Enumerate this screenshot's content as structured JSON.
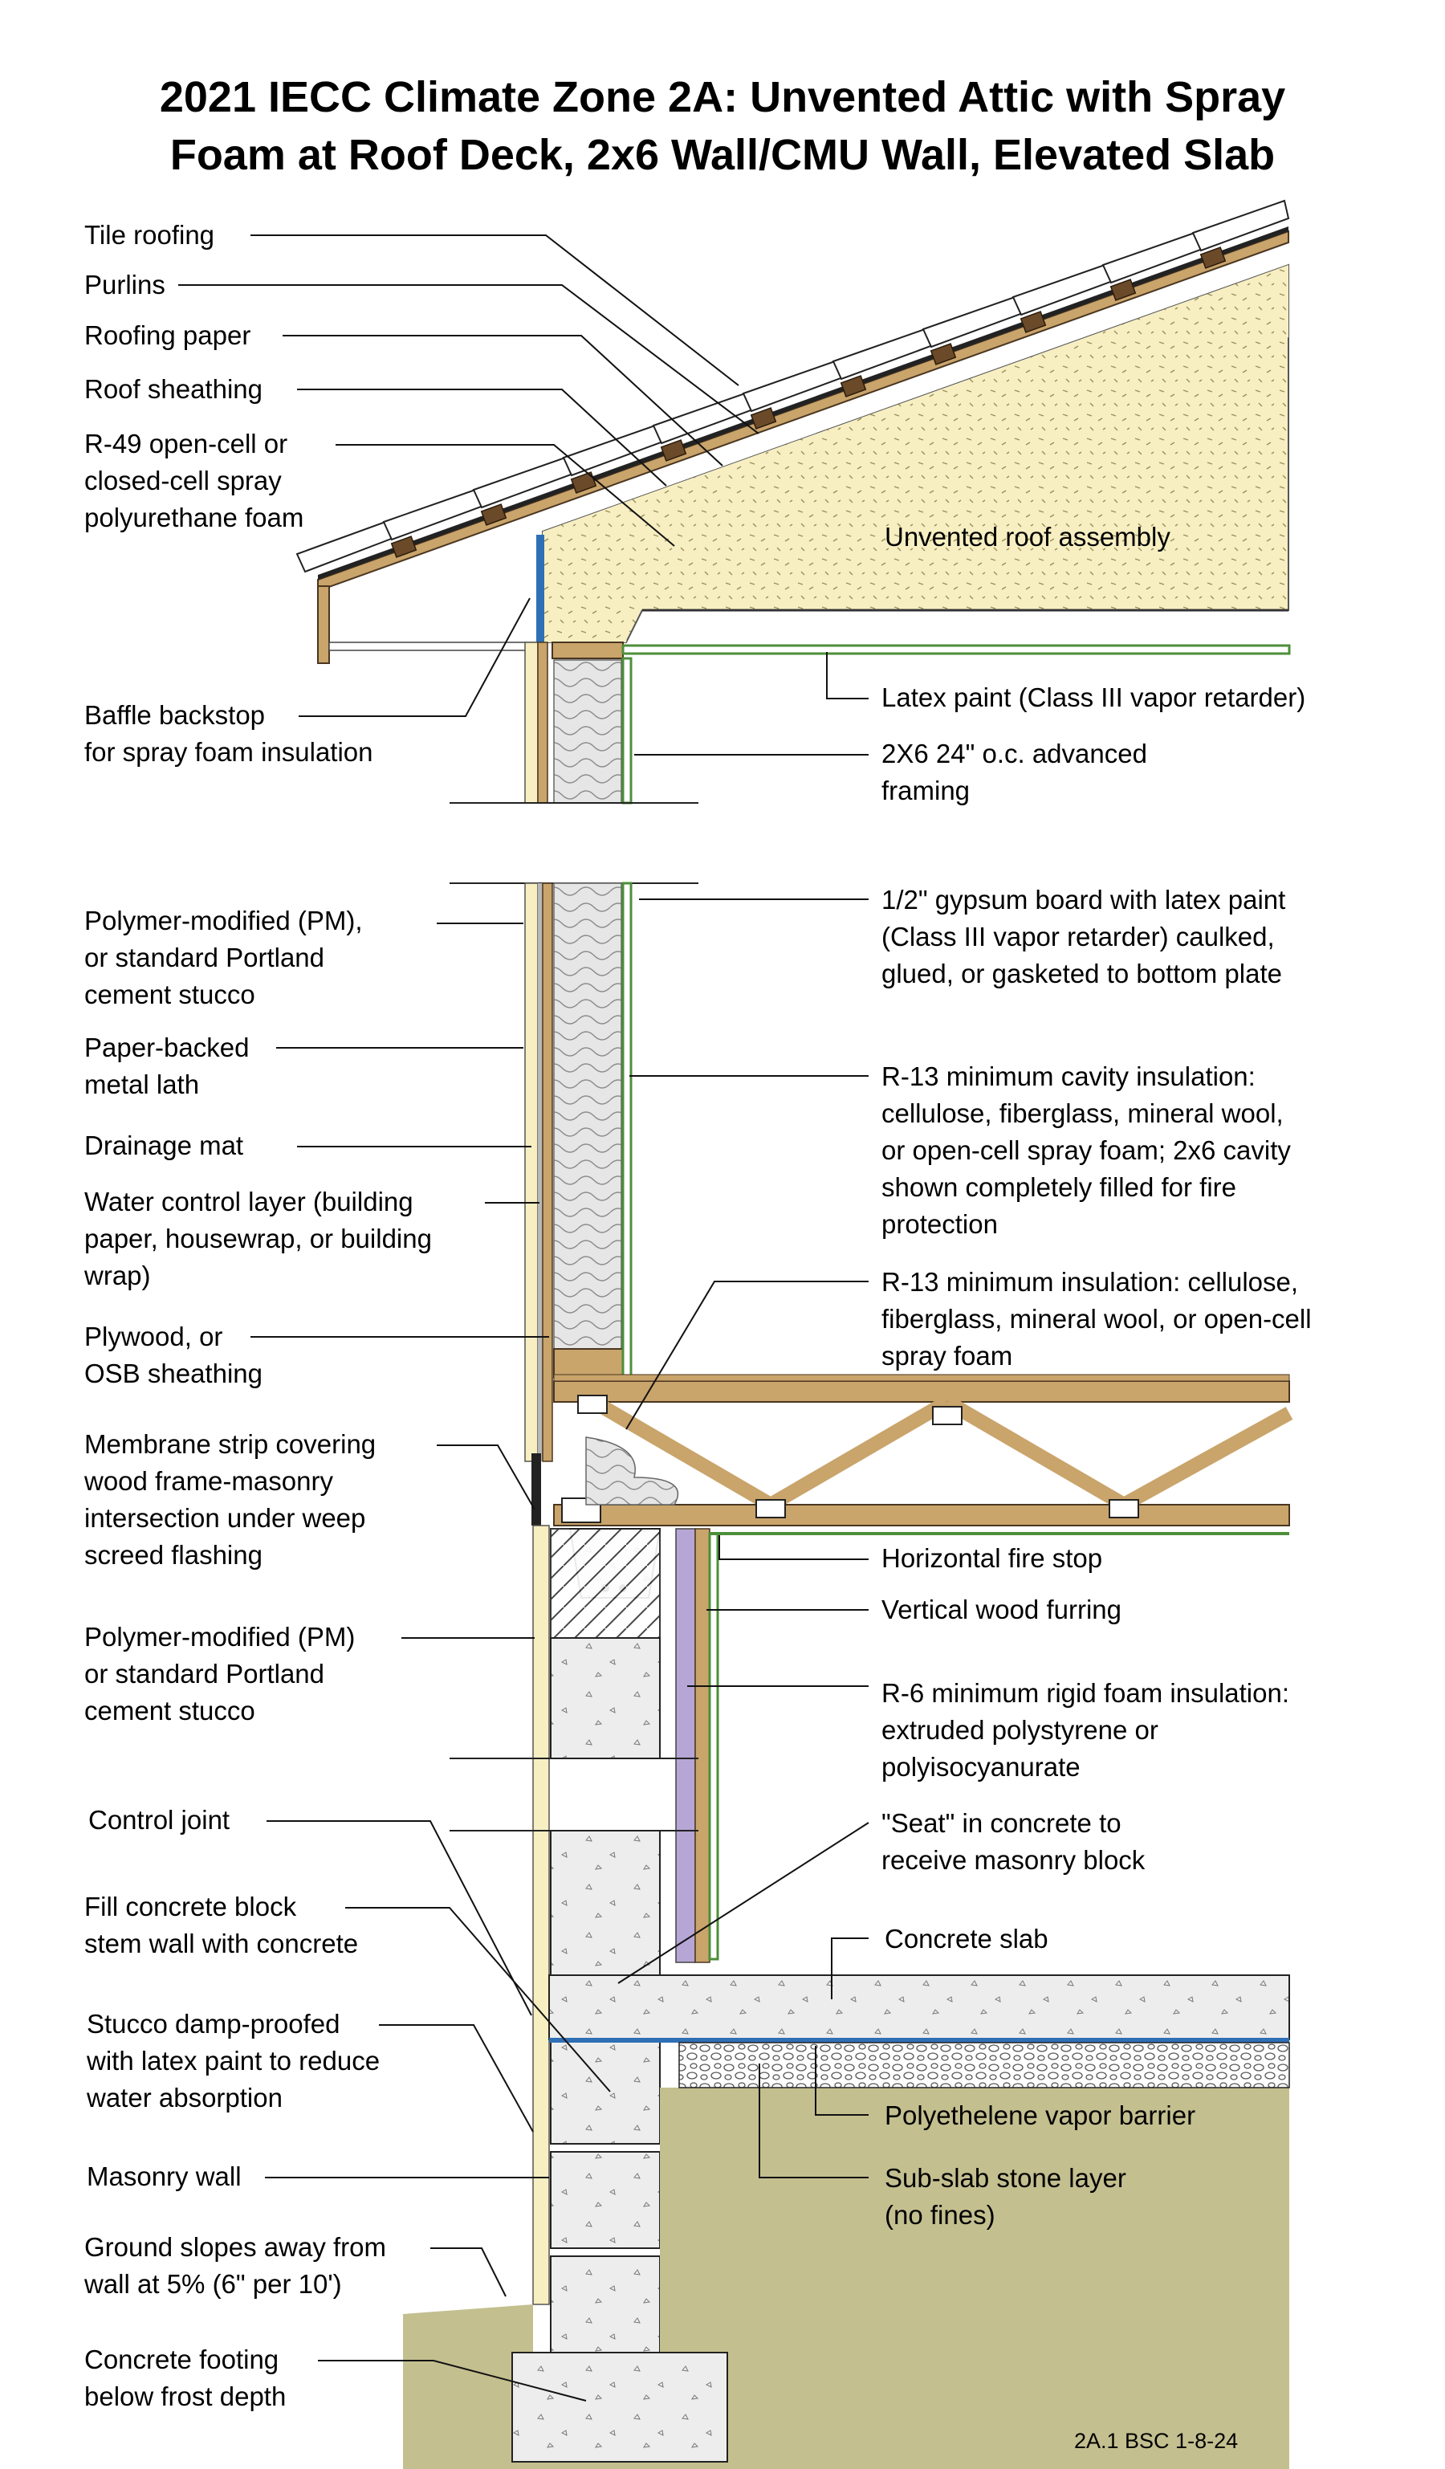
{
  "title": {
    "line1": "2021 IECC Climate Zone 2A: Unvented Attic with Spray",
    "line2": "Foam at Roof Deck, 2x6 Wall/CMU Wall, Elevated Slab"
  },
  "left_labels": {
    "tile_roofing": [
      "Tile roofing"
    ],
    "purlins": [
      "Purlins"
    ],
    "roofing_paper": [
      "Roofing paper"
    ],
    "roof_sheathing": [
      "Roof sheathing"
    ],
    "spray_foam": [
      "R-49 open-cell or",
      "closed-cell spray",
      "polyurethane foam"
    ],
    "baffle": [
      "Baffle backstop",
      "for spray foam insulation"
    ],
    "stucco_upper": [
      "Polymer-modified (PM),",
      "or standard Portland",
      "cement stucco"
    ],
    "lath": [
      "Paper-backed",
      "metal lath"
    ],
    "drainage_mat": [
      "Drainage mat"
    ],
    "water_control": [
      "Water control layer (building",
      "paper, housewrap, or building",
      "wrap)"
    ],
    "sheathing": [
      "Plywood, or",
      "OSB sheathing"
    ],
    "membrane": [
      "Membrane strip covering",
      "wood frame-masonry",
      "intersection under weep",
      "screed flashing"
    ],
    "stucco_lower": [
      "Polymer-modified (PM)",
      "or standard Portland",
      "cement stucco"
    ],
    "control_joint": [
      "Control joint"
    ],
    "fill_block": [
      "Fill concrete block",
      "stem wall with concrete"
    ],
    "damp_proof": [
      "Stucco damp-proofed",
      "with latex paint to reduce",
      "water absorption"
    ],
    "masonry_wall": [
      "Masonry wall"
    ],
    "ground_slope": [
      "Ground slopes away from",
      "wall at 5% (6\" per 10')"
    ],
    "footing": [
      "Concrete footing",
      "below frost depth"
    ]
  },
  "right_labels": {
    "unvented_roof": [
      "Unvented roof assembly"
    ],
    "latex_paint": [
      "Latex paint (Class III vapor retarder)"
    ],
    "framing": [
      "2X6 24\" o.c. advanced",
      "framing"
    ],
    "gypsum": [
      "1/2\" gypsum board with latex paint",
      "(Class III vapor retarder) caulked,",
      "glued, or gasketed to bottom plate"
    ],
    "cavity_insulation": [
      "R-13 minimum cavity insulation:",
      "cellulose, fiberglass, mineral wool,",
      "or open-cell spray foam; 2x6 cavity",
      "shown completely filled for fire",
      "protection"
    ],
    "rim_insulation": [
      "R-13 minimum insulation: cellulose,",
      "fiberglass, mineral wool, or open-cell",
      "spray foam"
    ],
    "fire_stop": [
      "Horizontal fire stop"
    ],
    "furring": [
      "Vertical wood furring"
    ],
    "rigid_foam": [
      "R-6 minimum rigid foam insulation:",
      "extruded polystyrene or",
      "polyisocyanurate"
    ],
    "seat": [
      "\"Seat\" in concrete to",
      "receive masonry block"
    ],
    "slab": [
      "Concrete slab"
    ],
    "vapor_barrier": [
      "Polyethelene vapor barrier"
    ],
    "stone_layer": [
      "Sub-slab stone layer",
      "(no fines)"
    ]
  },
  "drawing_code": "2A.1 BSC 1-8-24",
  "colors": {
    "foam": "#f7efc2",
    "wood": "#c9a46b",
    "wood_dark": "#6b4a2a",
    "insulation": "#d9d9d9",
    "concrete": "#ececec",
    "soil": "#c4bf8f",
    "rigid_foam": "#b6a6d6",
    "water_layer": "#2f6fb5",
    "latex": "#4c8f3a"
  }
}
